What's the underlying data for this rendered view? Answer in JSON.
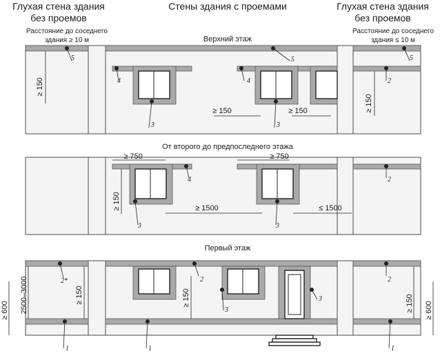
{
  "headers": {
    "left": [
      "Глухая стена здания",
      "без проемов"
    ],
    "center": "Стены здания с проемами",
    "right": [
      "Глухая стена здания",
      "без проемов"
    ]
  },
  "distance_notes": {
    "left": [
      "Расстояние до соседнего",
      "здания ≥ 10 м"
    ],
    "right": [
      "Расстояние до соседнего",
      "здания ≤ 10 м"
    ]
  },
  "floors": {
    "top": "Верхний этаж",
    "middle": "От второго до предпоследнего этажа",
    "first": "Первый этаж"
  },
  "dimensions": {
    "d150": "≥ 150",
    "d750": "≥ 750",
    "d1500_ge": "≥ 1500",
    "d1500_le": "≤ 1500",
    "d600": "≥ 600",
    "d2500": "2500–3000"
  },
  "labels": {
    "l1": "1",
    "l2": "2",
    "l2s": "2*",
    "l3": "3",
    "l4": "4",
    "l5": "5"
  }
}
